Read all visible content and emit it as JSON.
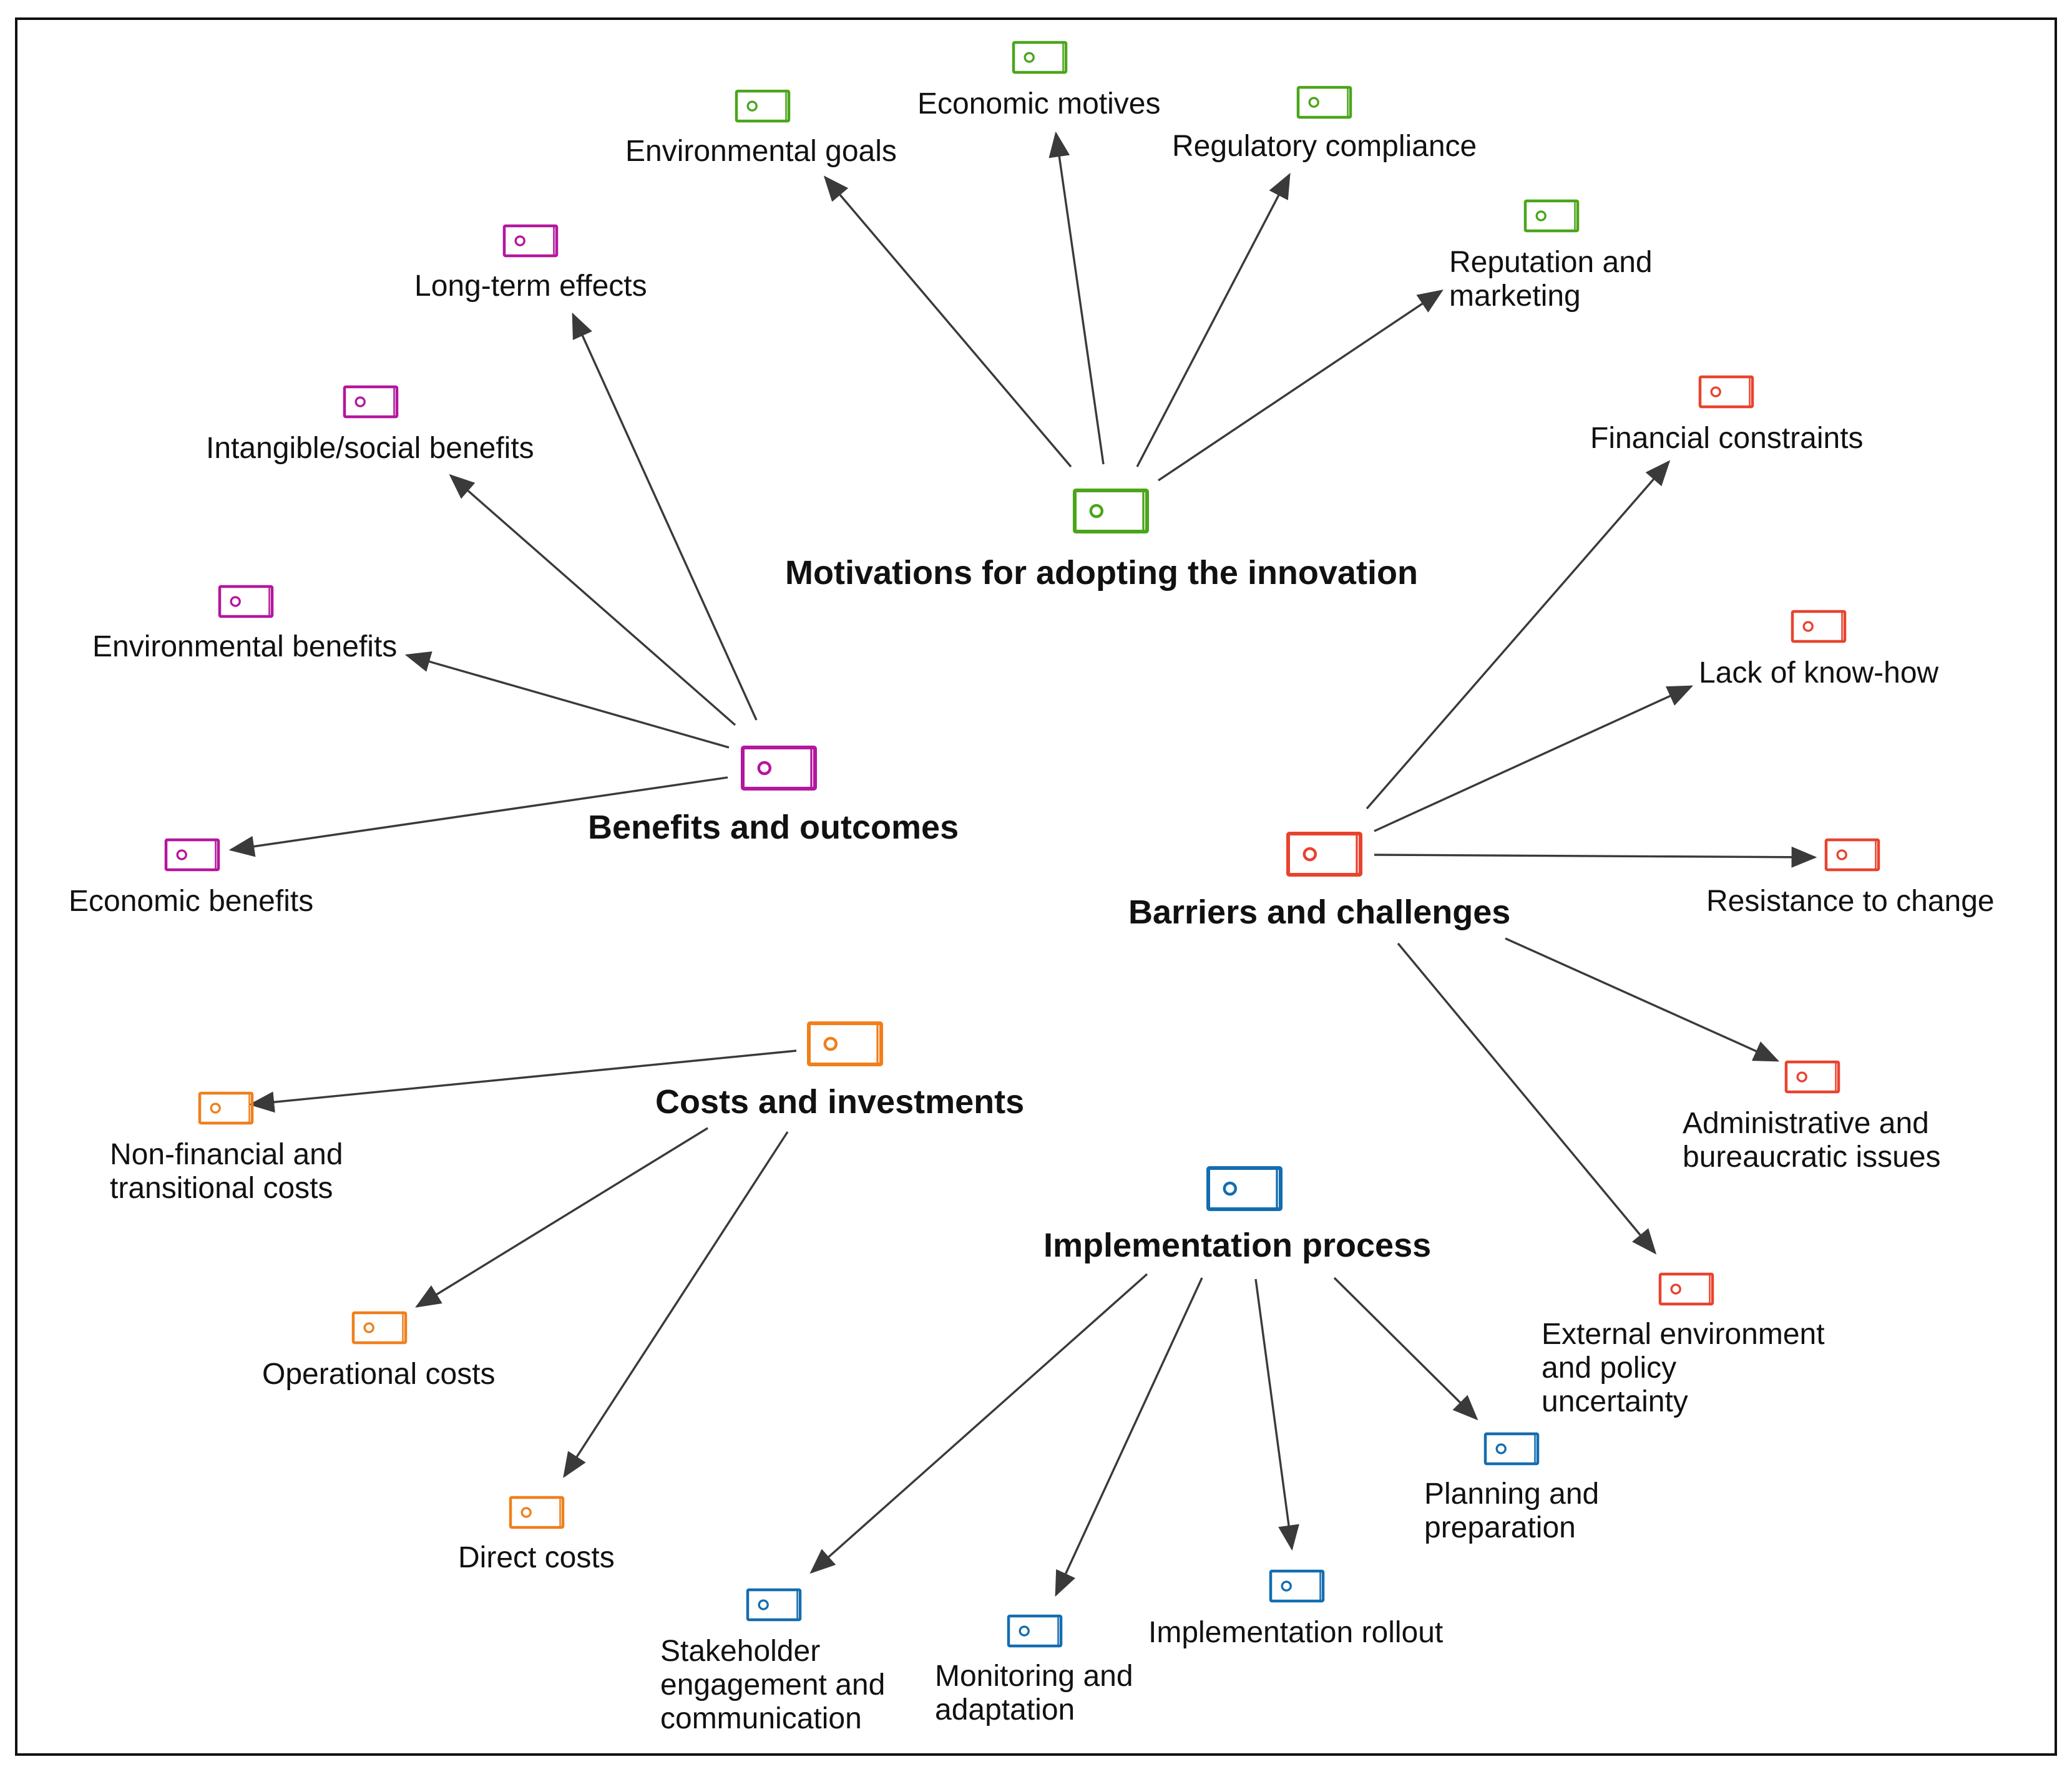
{
  "colors": {
    "motivations": "#4aa51a",
    "benefits": "#b4169e",
    "barriers": "#e8432f",
    "costs": "#f07f1c",
    "implementation": "#136db0",
    "arrow": "#3a3a3a"
  },
  "icon": "tag-icon",
  "groups": {
    "motivations": {
      "title": "Motivations for adopting the innovation",
      "children": [
        "Environmental goals",
        "Economic motives",
        "Regulatory compliance",
        "Reputation and marketing"
      ]
    },
    "benefits": {
      "title": "Benefits and outcomes",
      "children": [
        "Long-term effects",
        "Intangible/social benefits",
        "Environmental benefits",
        "Economic benefits"
      ]
    },
    "barriers": {
      "title": "Barriers and challenges",
      "children": [
        "Financial constraints",
        "Lack of know-how",
        "Resistance to change",
        "Administrative and bureaucratic issues",
        "External environment and policy uncertainty"
      ]
    },
    "costs": {
      "title": "Costs and investments",
      "children": [
        "Non-financial and transitional costs",
        "Operational costs",
        "Direct costs"
      ]
    },
    "implementation": {
      "title": "Implementation process",
      "children": [
        "Planning and preparation",
        "Implementation rollout",
        "Monitoring and adaptation",
        "Stakeholder engagement and communication"
      ]
    }
  }
}
